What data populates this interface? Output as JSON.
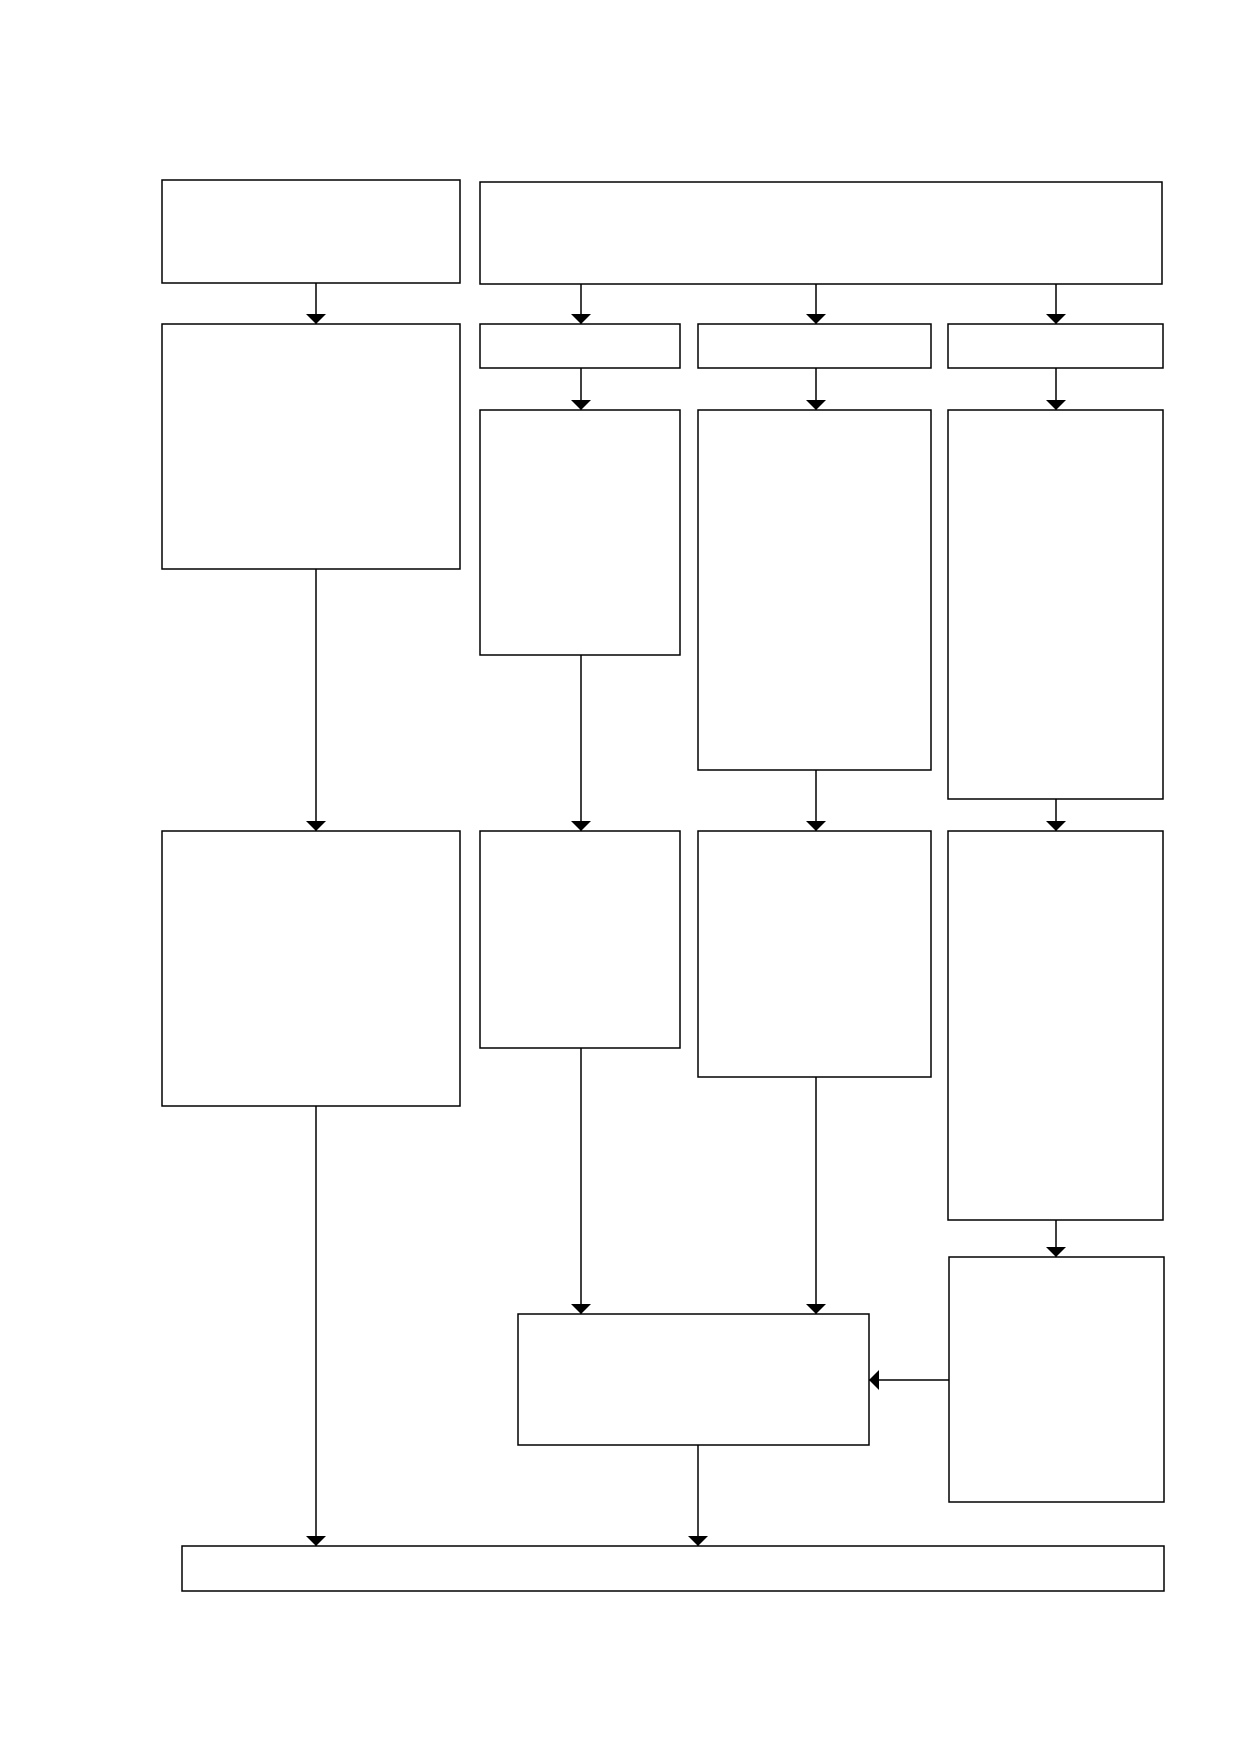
{
  "diagram": {
    "nodes": [
      {
        "id": "a1",
        "label": ""
      },
      {
        "id": "b1",
        "label": ""
      },
      {
        "id": "a2",
        "label": ""
      },
      {
        "id": "b2",
        "label": ""
      },
      {
        "id": "c2",
        "label": ""
      },
      {
        "id": "d2",
        "label": ""
      },
      {
        "id": "b3",
        "label": ""
      },
      {
        "id": "c3",
        "label": ""
      },
      {
        "id": "d3",
        "label": ""
      },
      {
        "id": "a4",
        "label": ""
      },
      {
        "id": "b4",
        "label": ""
      },
      {
        "id": "c4",
        "label": ""
      },
      {
        "id": "d4",
        "label": ""
      },
      {
        "id": "d5",
        "label": ""
      },
      {
        "id": "m5",
        "label": ""
      },
      {
        "id": "z6",
        "label": ""
      }
    ],
    "edges": [
      {
        "from": "a1",
        "to": "a2"
      },
      {
        "from": "a2",
        "to": "a4"
      },
      {
        "from": "a4",
        "to": "z6"
      },
      {
        "from": "b1",
        "to": "b2"
      },
      {
        "from": "b1",
        "to": "c2"
      },
      {
        "from": "b1",
        "to": "d2"
      },
      {
        "from": "b2",
        "to": "b3"
      },
      {
        "from": "c2",
        "to": "c3"
      },
      {
        "from": "d2",
        "to": "d3"
      },
      {
        "from": "b3",
        "to": "b4"
      },
      {
        "from": "c3",
        "to": "c4"
      },
      {
        "from": "d3",
        "to": "d4"
      },
      {
        "from": "d4",
        "to": "d5"
      },
      {
        "from": "b4",
        "to": "m5"
      },
      {
        "from": "c4",
        "to": "m5"
      },
      {
        "from": "d5",
        "to": "m5"
      },
      {
        "from": "m5",
        "to": "z6"
      }
    ]
  }
}
